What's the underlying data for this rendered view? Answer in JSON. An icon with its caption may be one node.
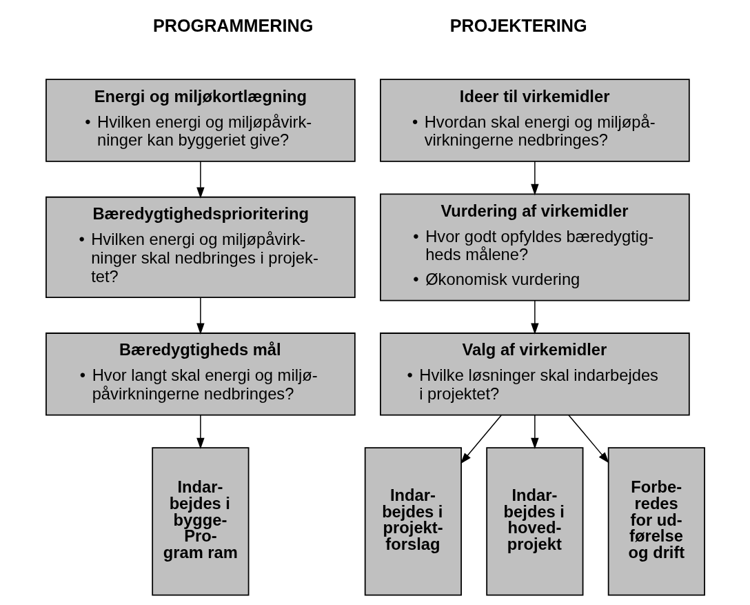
{
  "diagram": {
    "nodes": [
      {
        "text": [
          "Energi og miljøkortlægning",
          "• Hvilken energi og miljøpåvirk- ninger kan byggeriet give?"
        ]
      },
      {
        "text": [
          "Bæredygtighedsprioritering",
          "• Hvilken energi og miljøpåvirk- ninger skal nedbringes i projek- tet?"
        ]
      },
      {
        "text": [
          "Bæredygtigheds mål",
          "• Hvor langt skal energi og miljø- påvirkningerne nedbringes?"
        ]
      },
      {
        "text": [
          "Indar- bejdes i bygge- Pro- gram ram"
        ]
      },
      {
        "text": [
          "Ideer til virkemidler",
          "• Hvordan skal energi og miljøpå- virkningerne nedbringes?"
        ]
      },
      {
        "text": [
          "Vurdering af virkemidler",
          "• Hvor godt opfyldes bæredygtig- heds målene?",
          "• Økonomisk vurdering"
        ]
      },
      {
        "text": [
          "Valg af virkemidler",
          "• Hvilke løsninger skal indarbejdes i projektet?"
        ]
      },
      {
        "text": [
          "Indar- bejdes i projekt- forslag"
        ]
      },
      {
        "text": [
          "Indar- bejdes i hoved- projekt"
        ]
      },
      {
        "text": [
          "Forbe- redes for ud- førelse og drift"
        ]
      }
    ],
    "edges": [
      {
        "from": 0,
        "to": 1,
        "arrow": "to"
      },
      {
        "from": 1,
        "to": 2,
        "arrow": "to"
      },
      {
        "from": 2,
        "to": 3,
        "arrow": "to"
      },
      {
        "from": 4,
        "to": 5,
        "arrow": "to"
      },
      {
        "from": 5,
        "to": 6,
        "arrow": "to"
      },
      {
        "from": 6,
        "to": 7,
        "arrow": "to"
      },
      {
        "from": 6,
        "to": 8,
        "arrow": "to"
      },
      {
        "from": 6,
        "to": 9,
        "arrow": "to"
      }
    ],
    "labels": [
      "PROGRAMMERING",
      "PROJEKTERING"
    ]
  }
}
